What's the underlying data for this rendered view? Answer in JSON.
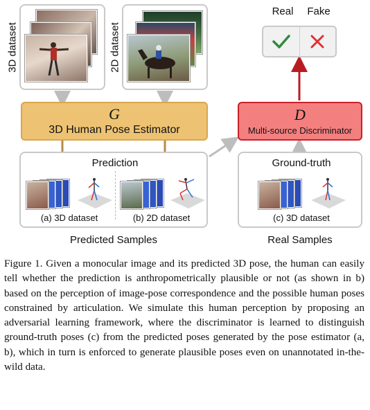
{
  "inputs": {
    "dataset3d_label": "3D dataset",
    "dataset2d_label": "2D dataset"
  },
  "generator": {
    "symbol": "G",
    "name": "3D Human Pose Estimator"
  },
  "discriminator": {
    "symbol": "D",
    "name": "Multi-source Discriminator"
  },
  "output": {
    "real_label": "Real",
    "fake_label": "Fake",
    "real_icon": "check-icon",
    "fake_icon": "cross-icon"
  },
  "prediction_panel": {
    "title": "Prediction",
    "left_label": "(a) 3D dataset",
    "right_label": "(b) 2D dataset",
    "footer": "Predicted Samples"
  },
  "groundtruth_panel": {
    "title": "Ground-truth",
    "label": "(c) 3D dataset",
    "footer": "Real Samples"
  },
  "caption": "Figure 1. Given a monocular image and its predicted 3D pose, the human can easily tell whether the prediction is anthropometrically plausible or not (as shown in b) based on the perception of image-pose correspondence and the possible human poses constrained by articulation. We simulate this human perception by proposing an adversarial learning framework, where the discriminator is learned to distinguish ground-truth poses (c) from the predicted poses generated by the pose estimator (a, b), which in turn is enforced to generate plausible poses even on unannotated in-the-wild data.",
  "colors": {
    "generator_fill": "#edc373",
    "discriminator_fill": "#f47f7f",
    "discriminator_border": "#c8202a",
    "check_green": "#2e8b3d",
    "cross_red": "#e03030",
    "arrow_tan": "#b8894a",
    "arrow_red": "#b81c22",
    "arrow_gray": "#bdbdbd"
  }
}
